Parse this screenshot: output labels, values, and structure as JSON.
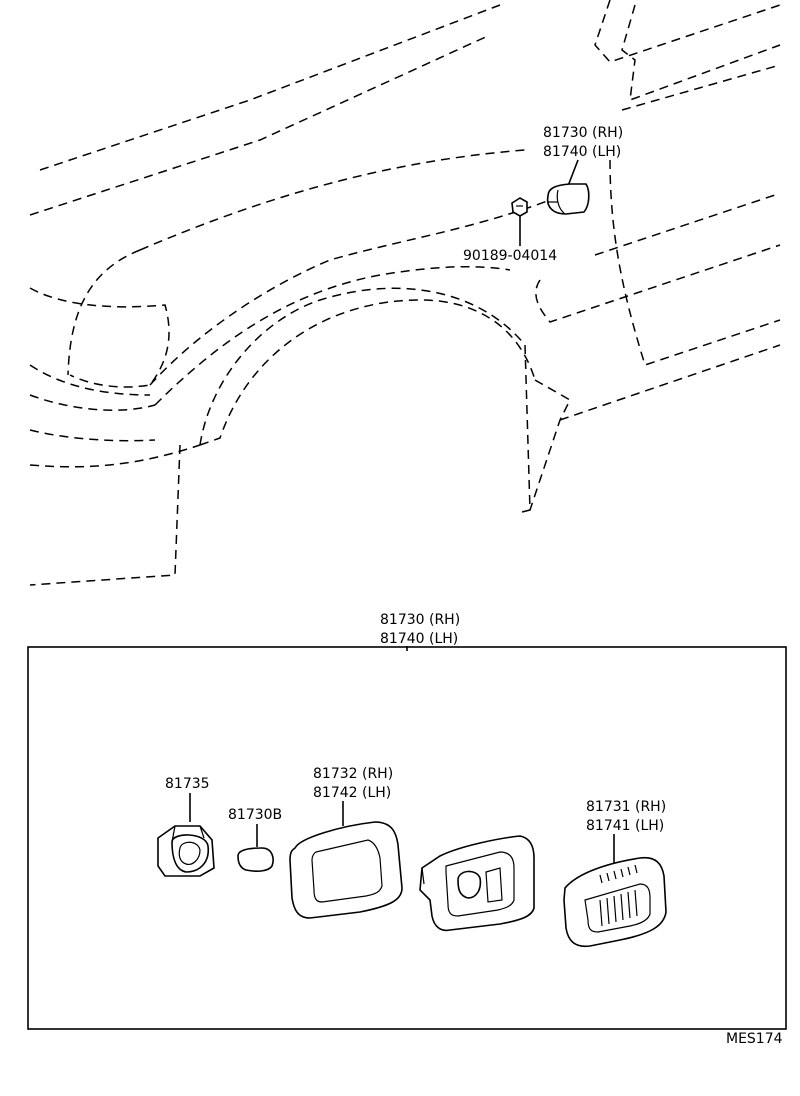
{
  "callouts": {
    "top_assembly_rh": "81730 (RH)",
    "top_assembly_lh": "81740 (LH)",
    "screw": "90189-04014",
    "box_assembly_rh": "81730 (RH)",
    "box_assembly_lh": "81740 (LH)",
    "socket": "81735",
    "bulb": "81730B",
    "gasket_rh": "81732 (RH)",
    "gasket_lh": "81742 (LH)",
    "lens_rh": "81731 (RH)",
    "lens_lh": "81741 (LH)"
  },
  "figure_code": "MES174"
}
